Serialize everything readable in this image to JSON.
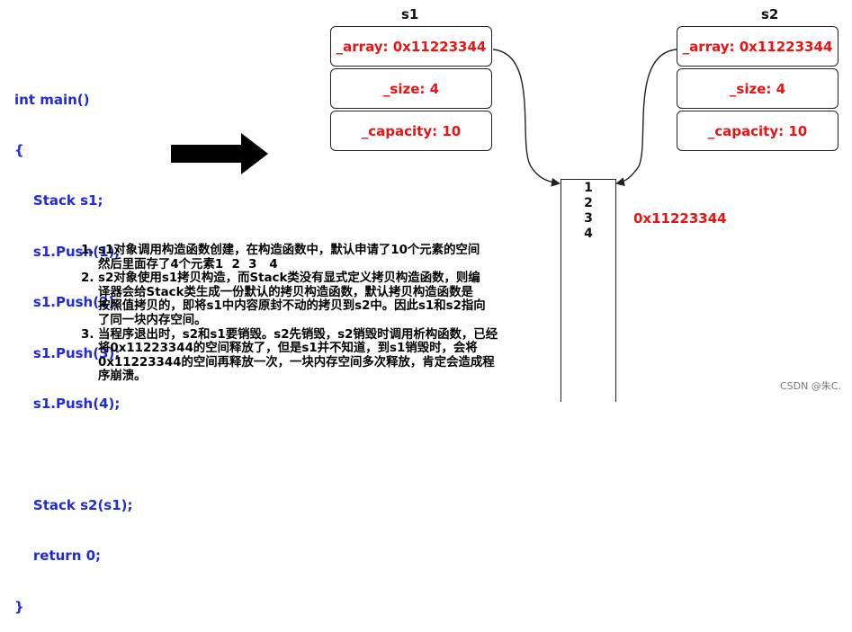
{
  "code_lines": [
    "int main()",
    "{",
    "    Stack s1;",
    "    s1.Push(1);",
    "    s1.Push(2);",
    "    s1.Push(3);",
    "    s1.Push(4);",
    "",
    "    Stack s2(s1);",
    "    return 0;",
    "}"
  ],
  "s1": {
    "title": "s1",
    "fields": [
      "_array: 0x11223344",
      "_size: 4",
      "_capacity: 10"
    ]
  },
  "s2": {
    "title": "s2",
    "fields": [
      "_array: 0x11223344",
      "_size: 4",
      "_capacity: 10"
    ]
  },
  "heap": {
    "values": [
      "1",
      "2",
      "3",
      "4"
    ],
    "address": "0x11223344"
  },
  "notes": [
    {
      "num": "1.",
      "text": "s1对象调用构造函数创建，在构造函数中，默认申请了10个元素的空间\n然后里面存了4个元素1  2  3   4"
    },
    {
      "num": "2.",
      "text": "s2对象使用s1拷贝构造，而Stack类没有显式定义拷贝构造函数，则编\n译器会给Stack类生成一份默认的拷贝构造函数，默认拷贝构造函数是\n按照值拷贝的，即将s1中内容原封不动的拷贝到s2中。因此s1和s2指向\n了同一块内存空间。"
    },
    {
      "num": "3.",
      "text": "当程序退出时，s2和s1要销毁。s2先销毁，s2销毁时调用析构函数，已经\n将0x11223344的空间释放了，但是s1并不知道，到s1销毁时，会将\n0x11223344的空间再释放一次，一块内存空间多次释放，肯定会造成程\n序崩溃。"
    }
  ],
  "watermark": "CSDN @朱C.",
  "colors": {
    "code": "#1f2bdc",
    "field_text": "#ee1111",
    "address": "#ee1111"
  }
}
